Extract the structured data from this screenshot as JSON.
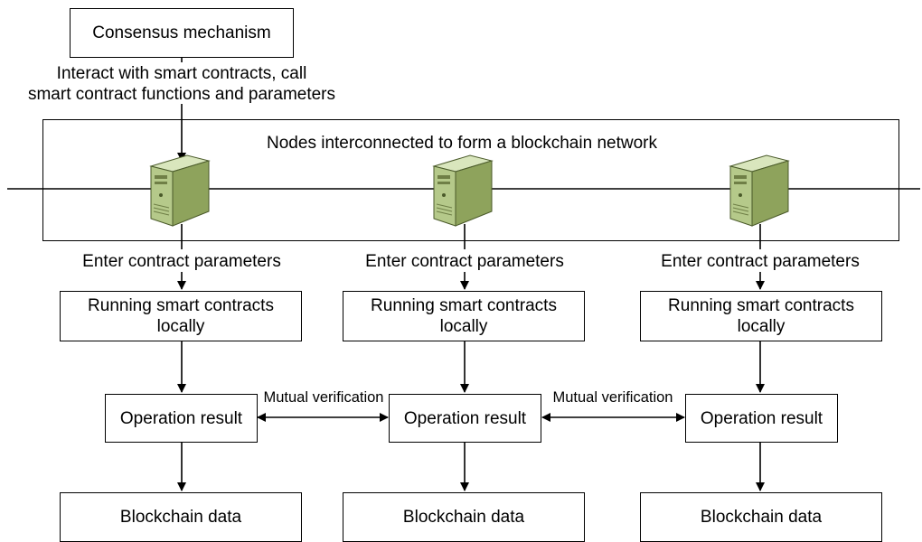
{
  "consensus": {
    "label": "Consensus mechanism"
  },
  "interact_note": {
    "line1": "Interact with smart contracts, call",
    "line2": "smart contract functions and parameters"
  },
  "network": {
    "label": "Nodes interconnected to form a blockchain network"
  },
  "nodes": [
    {
      "server_icon": "server-icon",
      "enter_label": "Enter contract parameters",
      "running_line1": "Running smart contracts",
      "running_line2": "locally",
      "result_label": "Operation result",
      "data_label": "Blockchain data"
    },
    {
      "server_icon": "server-icon",
      "enter_label": "Enter contract parameters",
      "running_line1": "Running smart contracts",
      "running_line2": "locally",
      "result_label": "Operation result",
      "data_label": "Blockchain data"
    },
    {
      "server_icon": "server-icon",
      "enter_label": "Enter contract parameters",
      "running_line1": "Running smart contracts",
      "running_line2": "locally",
      "result_label": "Operation result",
      "data_label": "Blockchain data"
    }
  ],
  "verification": [
    {
      "label": "Mutual verification"
    },
    {
      "label": "Mutual verification"
    }
  ],
  "colors": {
    "server_front": "#b5c98a",
    "server_side": "#8ea35c",
    "server_top": "#d9e6bd",
    "line": "#000000"
  }
}
